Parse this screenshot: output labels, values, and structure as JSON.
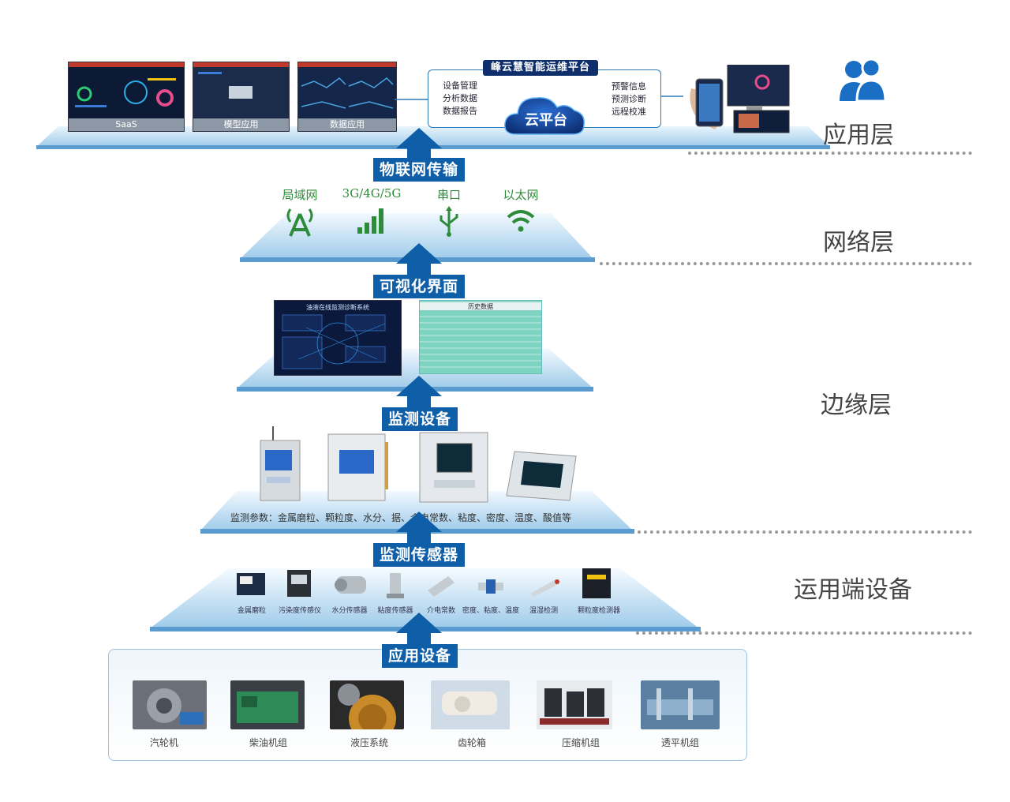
{
  "layers": {
    "application": "应用层",
    "network": "网络层",
    "edge": "边缘层",
    "terminal": "运用端设备"
  },
  "banners": {
    "iot": "物联网传输",
    "visual": "可视化界面",
    "monitor_device": "监测设备",
    "monitor_sensor": "监测传感器",
    "app_device": "应用设备"
  },
  "app_layer": {
    "screens": [
      "SaaS",
      "模型应用",
      "数据应用"
    ],
    "platform_title": "峰云慧智能运维平台",
    "cloud_label": "云平台",
    "left_functions": [
      "设备管理",
      "分析数据",
      "数据报告"
    ],
    "right_functions": [
      "预警信息",
      "预测诊断",
      "远程校准"
    ]
  },
  "network_layer": {
    "items": [
      {
        "label": "局域网",
        "icon": "antenna-icon"
      },
      {
        "label": "3G/4G/5G",
        "icon": "signal-bars-icon"
      },
      {
        "label": "串口",
        "icon": "usb-icon"
      },
      {
        "label": "以太网",
        "icon": "wifi-icon"
      }
    ]
  },
  "edge_layer": {
    "screen_left_title": "油液在线监测诊断系统",
    "screen_right_title": "历史数据"
  },
  "monitor_layer": {
    "params_text": "监测参数：金属磨粒、颗粒度、水分、据、介电常数、粘度、密度、温度、酸值等"
  },
  "sensors": [
    "金属磨粒",
    "污染度传感仪",
    "水分传感器",
    "粘度传感器",
    "介电常数",
    "密度、粘度、温度",
    "温湿检测",
    "颗粒度检测器"
  ],
  "app_devices": [
    "汽轮机",
    "柴油机组",
    "液压系统",
    "齿轮箱",
    "压缩机组",
    "透平机组"
  ],
  "colors": {
    "banner": "#0f5ea8",
    "platform_top": "#dceefa",
    "network_green": "#2e8b3a",
    "label_gray": "#444444"
  }
}
